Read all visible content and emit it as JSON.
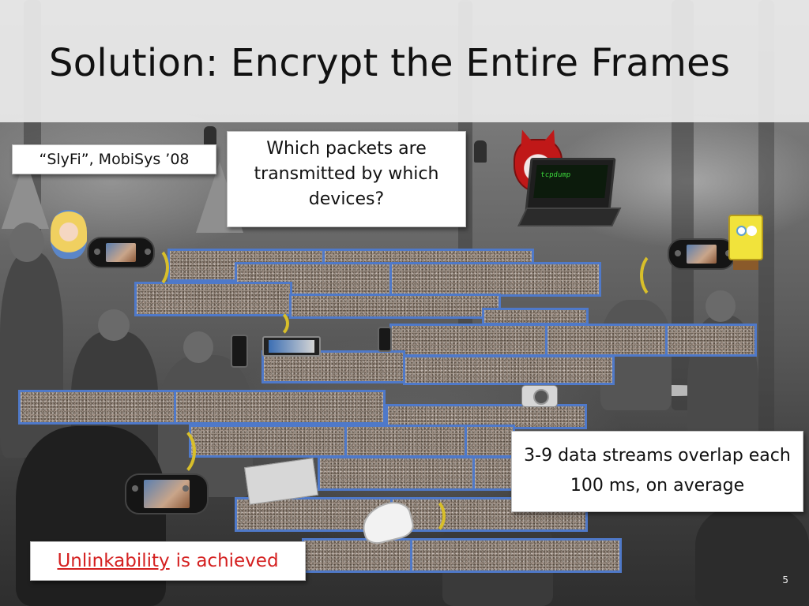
{
  "slide": {
    "title": "Solution: Encrypt the Entire Frames",
    "page_number": "5"
  },
  "callouts": {
    "reference": "“SlyFi”, MobiSys ’08",
    "question": "Which packets are transmitted by which devices?",
    "overlap": "3-9 data streams overlap each 100 ms, on average",
    "unlinkability_keyword": "Unlinkability",
    "unlinkability_rest": "is achieved"
  },
  "icons": {
    "laptop_screen_text": "tcpdump"
  },
  "colors": {
    "brick_border": "#4f79c9",
    "highlight_text": "#d41f1f",
    "wave": "#d8bf2a"
  }
}
